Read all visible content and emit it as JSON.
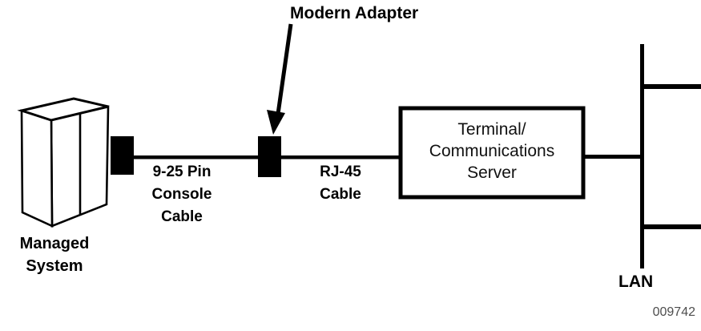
{
  "diagram": {
    "type": "network-topology",
    "connections": [
      {
        "from": "Managed System",
        "via": "9-25 Pin Console Cable",
        "to": "Modern Adapter"
      },
      {
        "from": "Modern Adapter",
        "via": "RJ-45 Cable",
        "to": "Terminal/Communications Server"
      },
      {
        "from": "Terminal/Communications Server",
        "to": "LAN"
      }
    ]
  },
  "labels": {
    "modem_adapter": "Modern Adapter",
    "console_cable": "9-25 Pin\nConsole\nCable",
    "rj45_cable": "RJ-45\nCable",
    "terminal_server": "Terminal/\nCommunications\nServer",
    "managed_system": "Managed\nSystem",
    "lan": "LAN",
    "figure_number": "009742"
  },
  "colors": {
    "line": "#000000",
    "background": "#ffffff",
    "figure_number_text": "#4d4d4d"
  }
}
